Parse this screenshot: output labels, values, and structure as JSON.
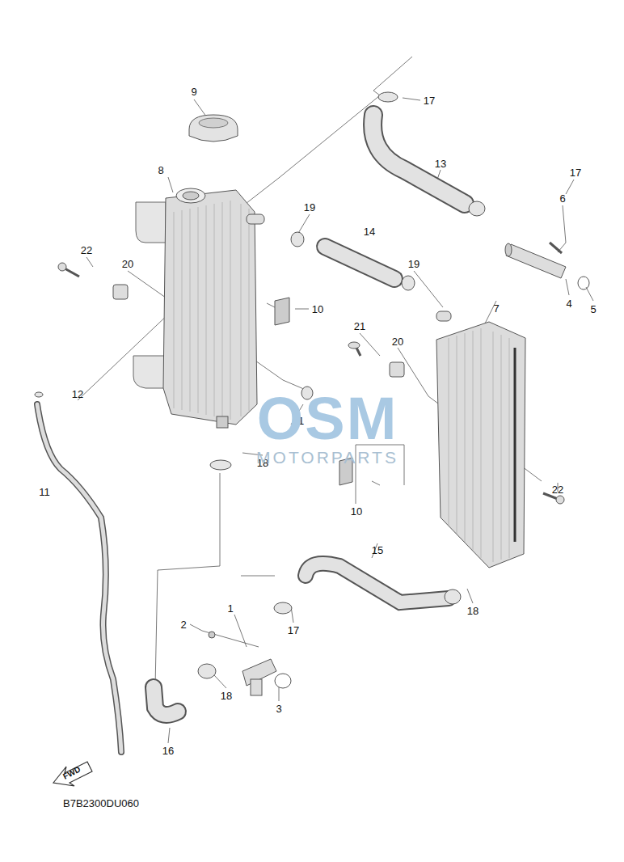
{
  "diagram": {
    "labels": [
      "9",
      "17",
      "8",
      "17",
      "13",
      "6",
      "19",
      "22",
      "14",
      "20",
      "19",
      "4",
      "5",
      "7",
      "10",
      "21",
      "20",
      "12",
      "21",
      "18",
      "11",
      "22",
      "10",
      "15",
      "18",
      "1",
      "17",
      "2",
      "18",
      "3",
      "16",
      "OSM",
      "MOTORPARTS",
      "FWD",
      "B7B2300DU060"
    ]
  }
}
